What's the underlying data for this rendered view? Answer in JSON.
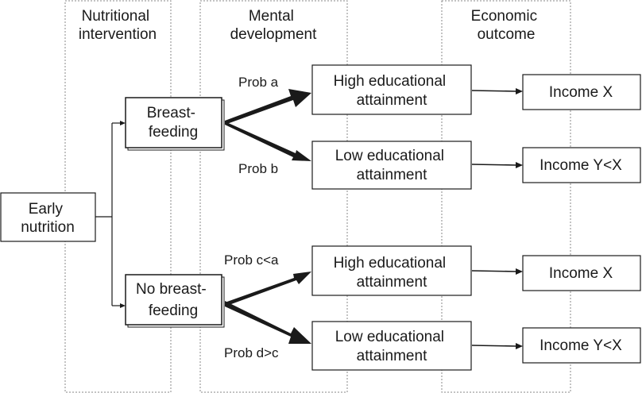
{
  "columns": {
    "nutritional_intervention": [
      "Nutritional",
      "intervention"
    ],
    "mental_development": [
      "Mental",
      "development"
    ],
    "economic_outcome": [
      "Economic",
      "outcome"
    ]
  },
  "nodes": {
    "early_nutrition": [
      "Early",
      "nutrition"
    ],
    "breastfeeding": [
      "Breast-",
      "feeding"
    ],
    "no_breastfeeding": [
      "No breast-",
      "feeding"
    ],
    "high_edu_top": [
      "High educational",
      "attainment"
    ],
    "low_edu_top": [
      "Low educational",
      "attainment"
    ],
    "high_edu_bottom": [
      "High educational",
      "attainment"
    ],
    "low_edu_bottom": [
      "Low educational",
      "attainment"
    ],
    "income_x_top": "Income X",
    "income_y_top": "Income Y<X",
    "income_x_bottom": "Income X",
    "income_y_bottom": "Income Y<X"
  },
  "probabilities": {
    "prob_a": "Prob a",
    "prob_b": "Prob b",
    "prob_c": "Prob c<a",
    "prob_d": "Prob d>c"
  }
}
